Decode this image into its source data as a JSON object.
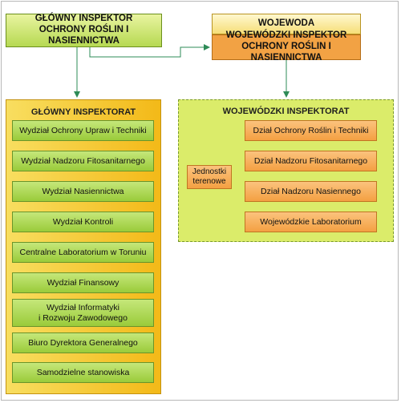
{
  "top": {
    "glowny_inspektor": "GŁÓWNY INSPEKTOR\nOCHRONY ROŚLIN I NASIENNICTWA",
    "wojewoda": "WOJEWODA",
    "wojewodzki_inspektor": "WOJEWÓDZKI INSPEKTOR\nOCHRONY ROŚLIN I NASIENNICTWA"
  },
  "left_panel": {
    "title": "GŁÓWNY INSPEKTORAT",
    "items": [
      "Wydział Ochrony Upraw i Techniki",
      "Wydział Nadzoru Fitosanitarnego",
      "Wydział Nasiennictwa",
      "Wydział Kontroli",
      "Centralne Laboratorium w Toruniu",
      "Wydział Finansowy",
      "Wydział Informatyki\ni Rozwoju Zawodowego",
      "Biuro Dyrektora Generalnego",
      "Samodzielne stanowiska"
    ]
  },
  "right_panel": {
    "title": "WOJEWÓDZKI INSPEKTORAT",
    "side_unit": "Jednostki\nterenowe",
    "items": [
      "Dział Ochrony Roślin i Techniki",
      "Dział Nadzoru Fitosanitarnego",
      "Dział Nadzoru Nasiennego",
      "Wojewódzkie Laboratorium"
    ]
  },
  "colors": {
    "green_box": "#b6d952",
    "orange_box": "#f2a244",
    "yellow_box": "#f6de77",
    "left_panel": "#f3b918",
    "right_panel": "#dbec6a",
    "connector": "#2e8b57"
  }
}
